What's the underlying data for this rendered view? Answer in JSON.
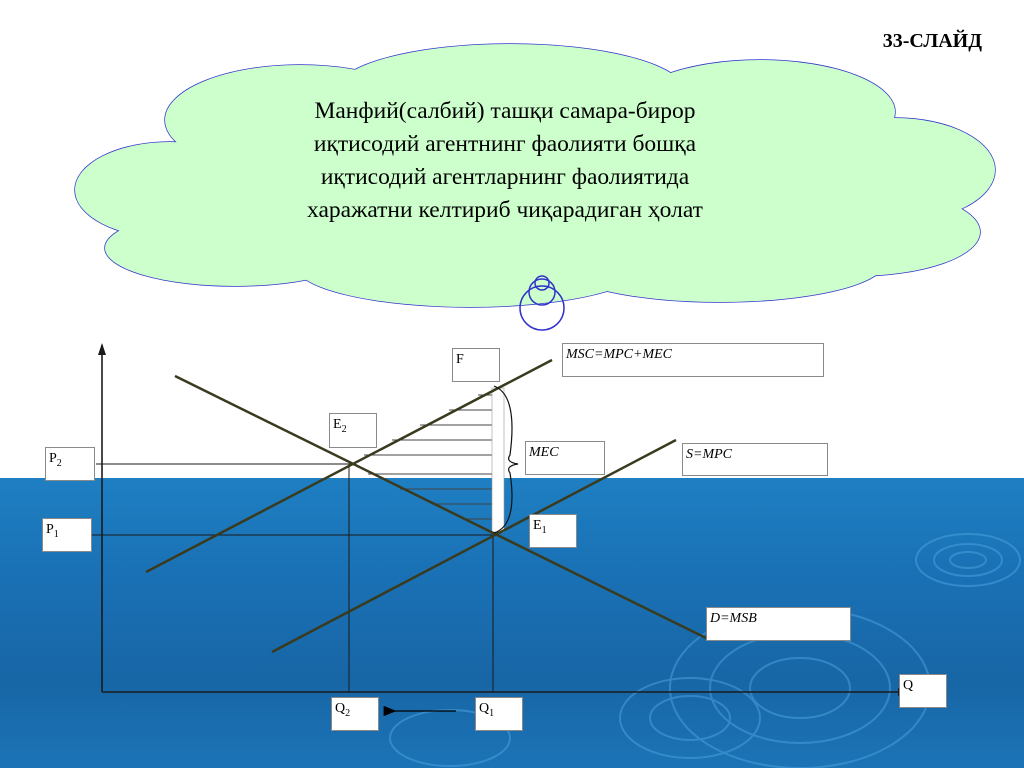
{
  "slide_number": "33-СЛАЙД",
  "cloud_text_lines": [
    "Манфий(салбий) ташқи самара-бирор",
    "иқтисодий агентнинг фаолияти бошқа",
    "иқтисодий агентларнинг фаолиятида",
    "харажатни келтириб чиқарадиган ҳолат"
  ],
  "labels": {
    "F": "F",
    "msc": "MSC=MPC+MEC",
    "e2_base": "E",
    "e2_sub": "2",
    "p2_base": "P",
    "p2_sub": "2",
    "mec": "MEC",
    "s_mpc": "S=MPC",
    "p1_base": "P",
    "p1_sub": "1",
    "e1_base": "E",
    "e1_sub": "1",
    "d_msb": "D=MSB",
    "q": "Q",
    "q2_base": "Q",
    "q2_sub": "2",
    "q1_base": "Q",
    "q1_sub": "1"
  },
  "colors": {
    "cloud_fill": "#ccffcc",
    "cloud_stroke": "#3333cc",
    "curve": "#3a3a1e",
    "axis": "#1a1a1a",
    "water": "#1a70b4"
  }
}
